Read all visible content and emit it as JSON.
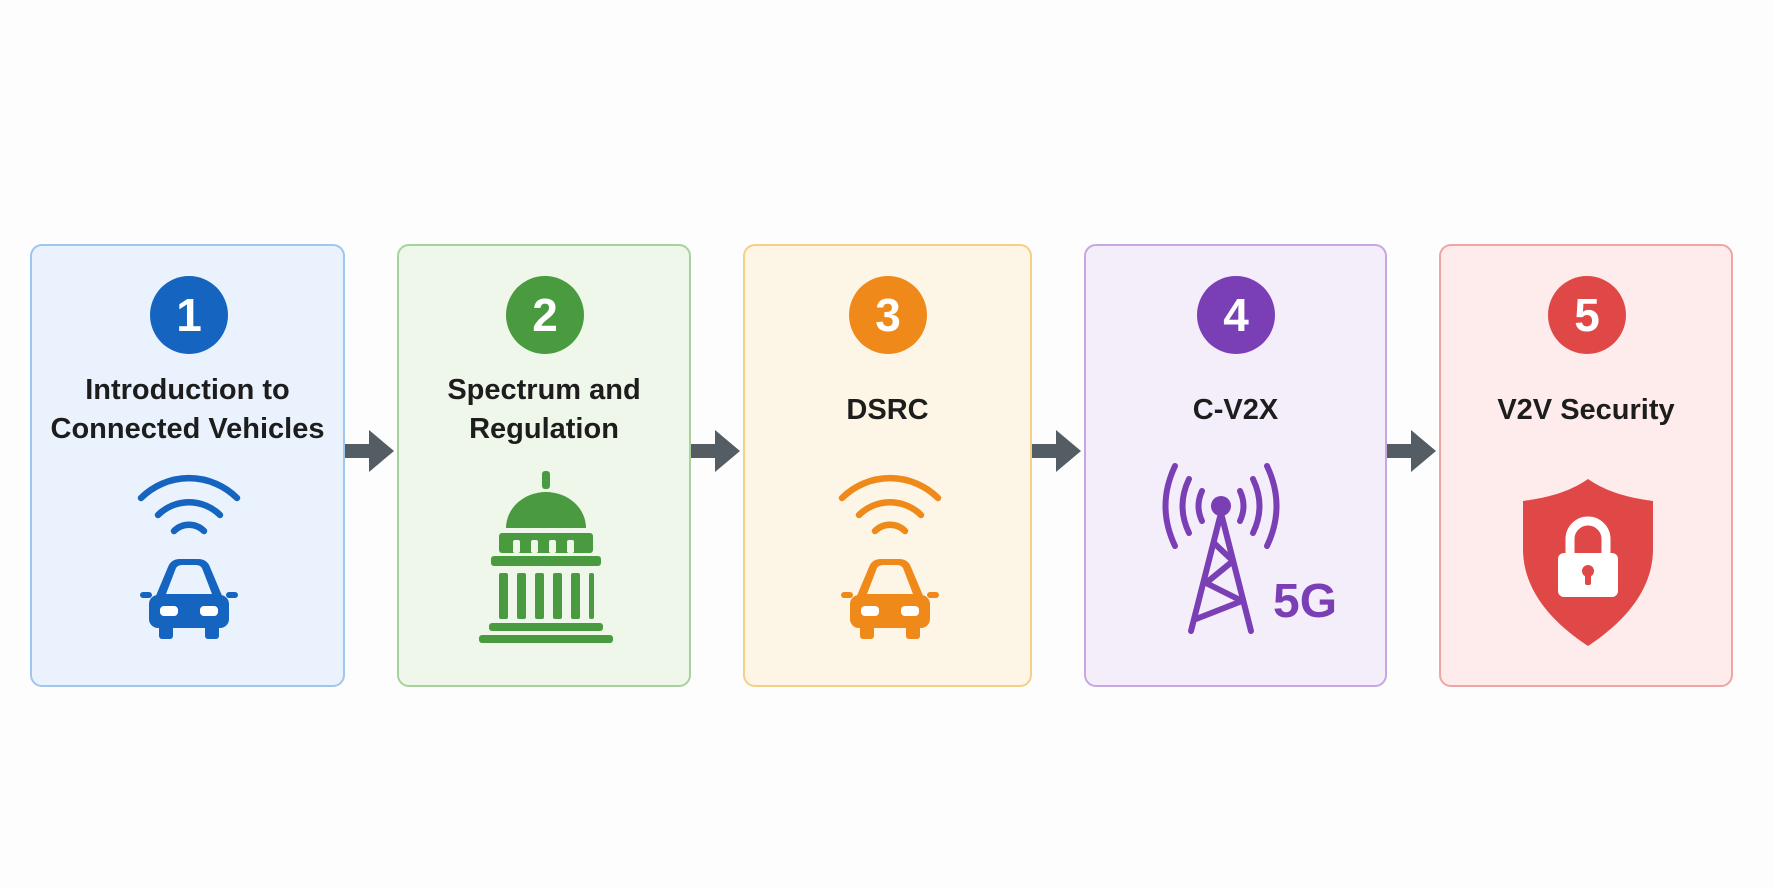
{
  "steps": [
    {
      "number": "1",
      "title_lines": [
        "Introduction to",
        "Connected Vehicles"
      ],
      "icon": "connected-car-icon",
      "color": "#1565c0",
      "background": "#eaf3fd",
      "border": "#9fc6ec"
    },
    {
      "number": "2",
      "title_lines": [
        "Spectrum and",
        "Regulation"
      ],
      "icon": "government-building-icon",
      "color": "#4a9a3f",
      "background": "#eef7ea",
      "border": "#a6d39b"
    },
    {
      "number": "3",
      "title_lines": [
        "DSRC"
      ],
      "icon": "connected-car-icon",
      "color": "#ef8a1a",
      "background": "#fdf5e6",
      "border": "#f6cf86"
    },
    {
      "number": "4",
      "title_lines": [
        "C-V2X"
      ],
      "icon": "cell-tower-5g-icon",
      "icon_label": "5G",
      "color": "#7b3fb5",
      "background": "#f3eef9",
      "border": "#c7a6e3"
    },
    {
      "number": "5",
      "title_lines": [
        "V2V Security"
      ],
      "icon": "security-shield-lock-icon",
      "color": "#e04848",
      "background": "#fdeceb",
      "border": "#f1a4a4"
    }
  ],
  "arrow_color": "#545d63"
}
